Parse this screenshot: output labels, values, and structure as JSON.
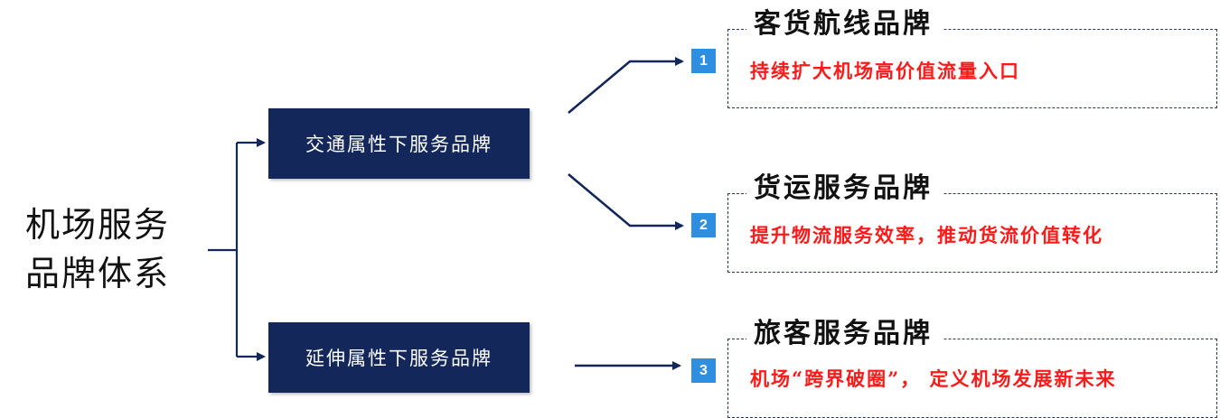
{
  "root": {
    "line1": "机场服务",
    "line2": "品牌体系"
  },
  "branches": [
    {
      "label": "交通属性下服务品牌"
    },
    {
      "label": "延伸属性下服务品牌"
    }
  ],
  "brands": [
    {
      "number": "1",
      "title": "客货航线品牌",
      "description": "持续扩大机场高价值流量入口"
    },
    {
      "number": "2",
      "title": "货运服务品牌",
      "description": "提升物流服务效率，推动货流价值转化"
    },
    {
      "number": "3",
      "title": "旅客服务品牌",
      "description": "机场“跨界破圈”， 定义机场发展新未来"
    }
  ],
  "colors": {
    "branch_box": "#13275a",
    "number_badge": "#2e8fe0",
    "description_text": "#ff1a1a",
    "connector": "#13275a"
  }
}
